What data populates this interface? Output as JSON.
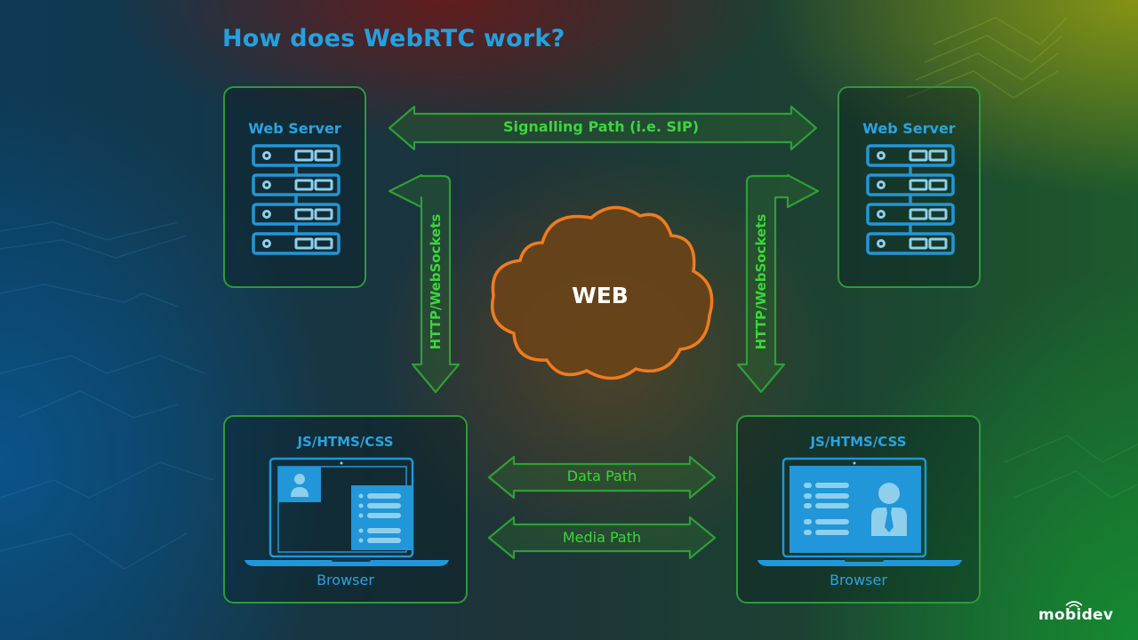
{
  "title": "How does WebRTC work?",
  "colors": {
    "title": "#25a0df",
    "box_border": "#2d9a3a",
    "arrow_text": "#3bd63b",
    "icon_blue": "#2196d8",
    "icon_light": "#8ecfec",
    "cloud_stroke": "#f07b1e",
    "cloud_fill": "#6a4418"
  },
  "servers": {
    "left": {
      "label": "Web Server",
      "icon": "server-rack-icon"
    },
    "right": {
      "label": "Web Server",
      "icon": "server-rack-icon"
    }
  },
  "browsers": {
    "left": {
      "top_label": "JS/HTMS/CSS",
      "bottom_label": "Browser",
      "icon": "laptop-icon"
    },
    "right": {
      "top_label": "JS/HTMS/CSS",
      "bottom_label": "Browser",
      "icon": "laptop-icon"
    }
  },
  "cloud": {
    "label": "WEB",
    "icon": "cloud-icon"
  },
  "arrows": {
    "signalling": "Signalling Path (i.e. SIP)",
    "http_left": "HTTP/WebSockets",
    "http_right": "HTTP/WebSockets",
    "data": "Data Path",
    "media": "Media Path"
  },
  "logo": "mobidev"
}
